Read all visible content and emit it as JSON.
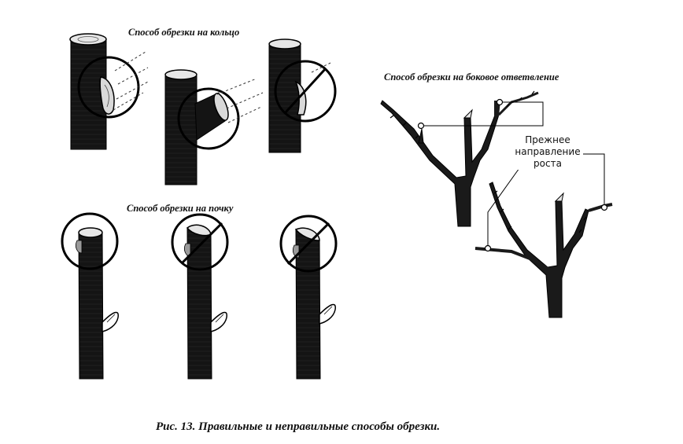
{
  "figure": {
    "caption": "Рис. 13. Правильные и неправильные способы обрезки."
  },
  "panels": {
    "ring_cut": {
      "title": "Способ обрезки на кольцо"
    },
    "side_branch_cut": {
      "title": "Способ обрезки на боковое ответвление",
      "callout_lines": [
        "Прежнее",
        "направление",
        "роста"
      ]
    },
    "bud_cut": {
      "title": "Способ обрезки на почку"
    }
  }
}
